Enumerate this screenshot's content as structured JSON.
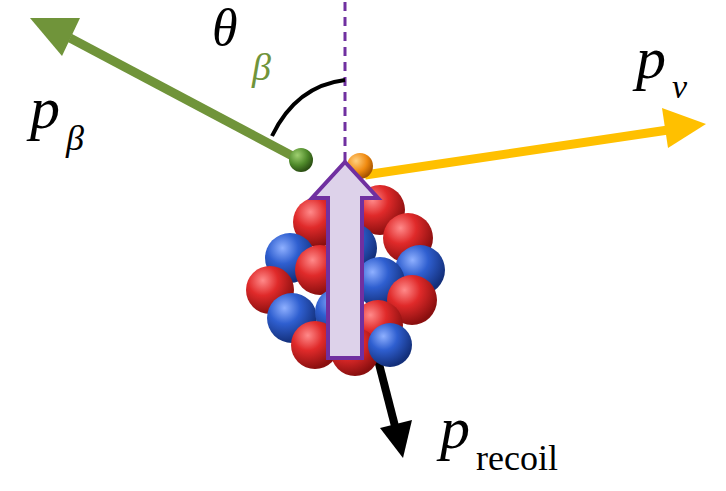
{
  "diagram": {
    "labels": [
      "θ",
      "β",
      "p⃗",
      "β",
      "p⃗",
      "ν",
      "p⃗",
      "recoil"
    ]
  }
}
